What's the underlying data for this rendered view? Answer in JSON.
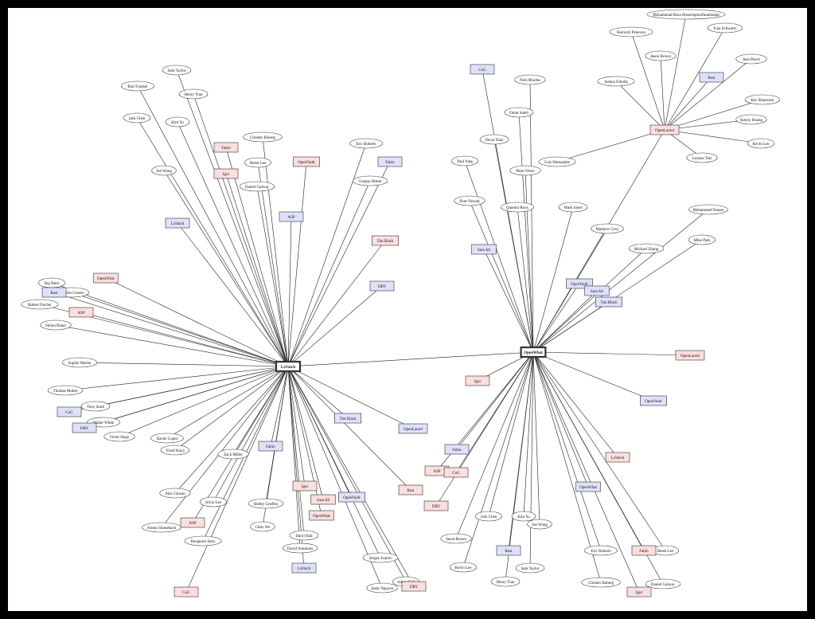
{
  "colors": {
    "background_frame": "#000000",
    "canvas": "#ffffff",
    "project_blue": "#dfe1fb",
    "project_red": "#fbdede",
    "edge": "#222222"
  },
  "labels": {
    "a_nguyen": "Andy Nguyen",
    "adam_hall": "Adam Hall",
    "alex_gibson": "Alex Gibson",
    "alireza_mirzaeipourfarahmand": "Mohammad Reza Hosseinpourfarahmand",
    "alvin_lee": "Alvin Lee",
    "armin_shonebach": "Armin Shonebach",
    "asp": "ASP",
    "bart_frankel": "Bart Frankel",
    "benjamin_setiz": "Benjamin Setiz",
    "bobby_groffen": "Bobby Groffen",
    "chris_wu": "Chris Wu",
    "christer_boberg": "Christer Boberg",
    "cog": "CoG",
    "daniel_galway": "Daniel Galway",
    "daryl_hall": "Daryl Hall",
    "david_simmons": "David Simmons",
    "derek_lee": "Derek Lee",
    "dry": "DRY",
    "eric_roberts": "Eric Roberts",
    "fabio": "Fabio",
    "gorgon_hinter": "Gorgon Hinter",
    "heinrich_peterson": "Heinrich Peterson",
    "henry_tran": "Henry Tran",
    "igor": "Igor",
    "ivan_schwartz": "Ivan Schwartz",
    "jack_chen": "Jack Chen",
    "jason_brown": "Jason Brown",
    "jean_pierre": "Jean Pierre",
    "joe_wong": "Joe Wong",
    "joshua_schultz": "Joshua Schultz",
    "kai_johansson": "Kai Johansson",
    "kenny_huang": "Kenny Huang",
    "kevin_lee": "Kevin Lee",
    "kim_yu": "Kim Yu",
    "lavatch": "LaVatch",
    "leanne_tutt": "Leanne Tutt",
    "luis_hernandez": "Luis Hernandez",
    "mark_jones": "Mark Jones",
    "matthew_grey": "Matthew Grey",
    "michael_zhang": "Michael Zhang",
    "mike_park": "Mike Park",
    "mohammed_nasser": "Mohammed Nasser",
    "nick_rhodes": "Nick Rhodes",
    "omar_saleh": "Omar Saleh",
    "openlaurel": "OpenLaurel",
    "openvault": "OpenVault",
    "openwhat": "OpenWhat",
    "oscar_diaz": "Oscar Diaz",
    "paul_jung": "Paul Jung",
    "peter_olsen": "Peter Olsen",
    "piotr_nowak": "Piotr Nowak",
    "quentin_roux": "Quentin Roux",
    "raj_patel": "Raj Patel",
    "ricardo_gomez": "Ricardo Gomez",
    "robert_fischer": "Robert Fischer",
    "rust": "Rust",
    "sam_taylor": "Sam Taylor",
    "sara_ali": "Sara Ali",
    "sergey_ivanov": "Sergey Ivanov",
    "simon_bauer": "Simon Bauer",
    "sophie_martin": "Sophie Martin",
    "thomas_muller": "Thomas Muller",
    "tim_black": "Tim Black",
    "tony_stark": "Tony Stark",
    "victor_hugo": "Victor Hugo",
    "walter_white": "Walter White",
    "xavier_lopez": "Xavier Lopez",
    "yusuf_kaya": "Yusuf Kaya",
    "zack_miller": "Zack Miller"
  }
}
